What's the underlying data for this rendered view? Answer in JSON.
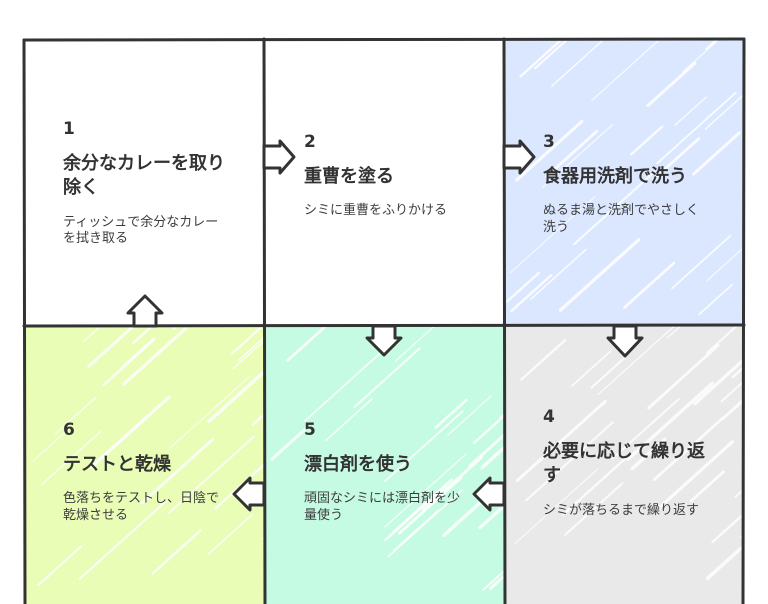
{
  "steps": [
    {
      "number": "1",
      "title": "余分なカレーを取り除く",
      "description": "ティッシュで余分なカレーを拭き取る",
      "fill": "#ffffff"
    },
    {
      "number": "2",
      "title": "重曹を塗る",
      "description": "シミに重曹をふりかける",
      "fill": "#ffffff"
    },
    {
      "number": "3",
      "title": "食器用洗剤で洗う",
      "description": "ぬるま湯と洗剤でやさしく洗う",
      "fill": "#dae7ff"
    },
    {
      "number": "4",
      "title": "必要に応じて繰り返す",
      "description": "シミが落ちるまで繰り返す",
      "fill": "#e9e9e9"
    },
    {
      "number": "5",
      "title": "漂白剤を使う",
      "description": "頑固なシミには漂白剤を少量使う",
      "fill": "#c6fbe3"
    },
    {
      "number": "6",
      "title": "テストと乾燥",
      "description": "色落ちをテストし、日陰で乾燥させる",
      "fill": "#e9fdb6"
    }
  ],
  "colors": {
    "outline": "#333333",
    "text": "#333333"
  }
}
